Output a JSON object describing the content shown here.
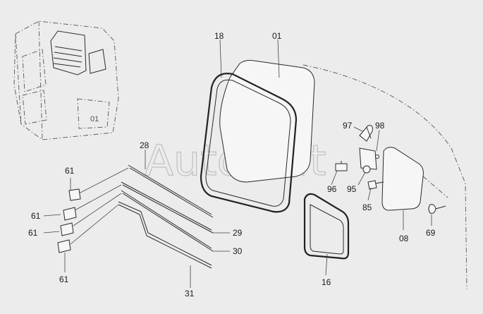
{
  "watermark": "AutoSoft",
  "callouts": {
    "c18": "18",
    "c01": "01",
    "c28": "28",
    "c97": "97",
    "c98": "98",
    "c96": "96",
    "c95": "95",
    "c85": "85",
    "c08": "08",
    "c69": "69",
    "c16": "16",
    "c29": "29",
    "c30": "30",
    "c31": "31",
    "c61a": "61",
    "c61b": "61",
    "c61c": "61",
    "c61d": "61"
  }
}
